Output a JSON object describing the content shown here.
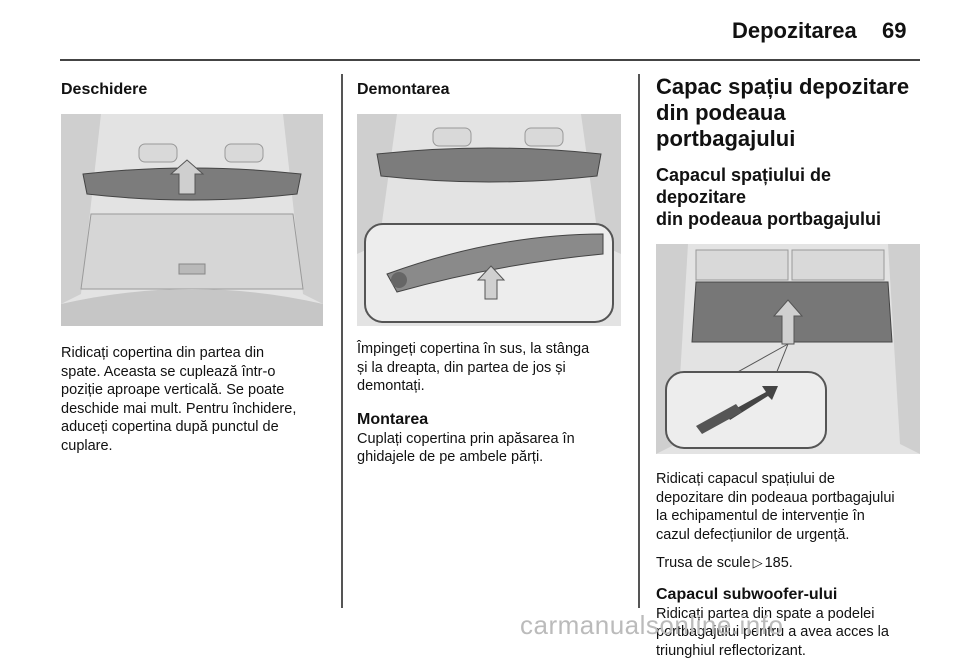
{
  "header": {
    "title": "Depozitarea",
    "page_number": "69"
  },
  "col1": {
    "heading": "Deschidere",
    "paragraph_lines": [
      "Ridicați copertina din partea din",
      "spate. Aceasta se cuplează într-o",
      "poziție aproape verticală. Se poate",
      "deschide mai mult. Pentru închidere,",
      "aduceți copertina după punctul de",
      "cuplare."
    ]
  },
  "col2": {
    "heading": "Demontarea",
    "paragraph_lines": [
      "Împingeți copertina în sus, la stânga",
      "și la dreapta, din partea de jos și",
      "demontați."
    ],
    "subheading": "Montarea",
    "paragraph2_lines": [
      "Cuplați copertina prin apăsarea în",
      "ghidajele de pe ambele părți."
    ]
  },
  "col3": {
    "title_lines": [
      "Capac spațiu depozitare",
      "din podeaua portbagajului"
    ],
    "subtitle_lines": [
      "Capacul spațiului de depozitare",
      "din podeaua portbagajului"
    ],
    "paragraph_lines": [
      "Ridicați capacul spațiului de",
      "depozitare din podeaua portbagajului",
      "la echipamentul de intervenție în",
      "cazul defecțiunilor de urgență."
    ],
    "ref_text": "Trusa de scule",
    "ref_page": "185.",
    "subheading": "Capacul subwoofer-ului",
    "paragraph2_lines": [
      "Ridicați partea din spate a podelei",
      "portbagajului pentru a avea acces la",
      "triunghiul reflectorizant."
    ]
  },
  "watermark": "carmanualsonline.info"
}
